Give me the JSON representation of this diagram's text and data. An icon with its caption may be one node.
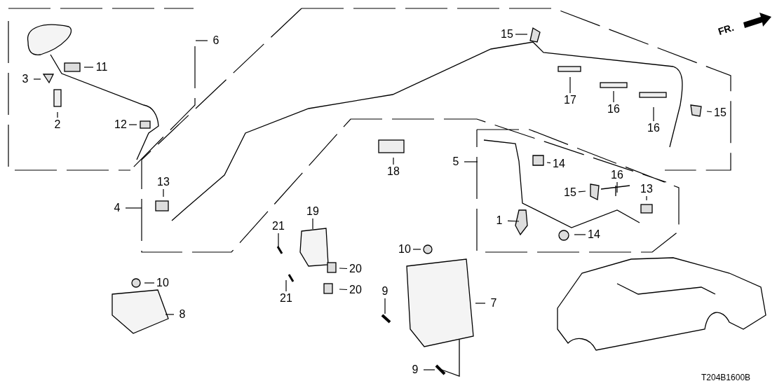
{
  "diagram": {
    "nodes": [
      {
        "text": [
          "6"
        ]
      },
      {
        "text": [
          "11"
        ]
      },
      {
        "text": [
          "3"
        ]
      },
      {
        "text": [
          "2"
        ]
      },
      {
        "text": [
          "12"
        ]
      },
      {
        "text": [
          "15"
        ]
      },
      {
        "text": [
          "17"
        ]
      },
      {
        "text": [
          "16"
        ]
      },
      {
        "text": [
          "15"
        ]
      },
      {
        "text": [
          "16"
        ]
      },
      {
        "text": [
          "18"
        ]
      },
      {
        "text": [
          "5"
        ]
      },
      {
        "text": [
          "14"
        ]
      },
      {
        "text": [
          "16"
        ]
      },
      {
        "text": [
          "15"
        ]
      },
      {
        "text": [
          "13"
        ]
      },
      {
        "text": [
          "1"
        ]
      },
      {
        "text": [
          "14"
        ]
      },
      {
        "text": [
          "13"
        ]
      },
      {
        "text": [
          "4"
        ]
      },
      {
        "text": [
          "19"
        ]
      },
      {
        "text": [
          "21"
        ]
      },
      {
        "text": [
          "10"
        ]
      },
      {
        "text": [
          "20"
        ]
      },
      {
        "text": [
          "10"
        ]
      },
      {
        "text": [
          "21"
        ]
      },
      {
        "text": [
          "20"
        ]
      },
      {
        "text": [
          "9"
        ]
      },
      {
        "text": [
          "7"
        ]
      },
      {
        "text": [
          "8"
        ]
      },
      {
        "text": [
          "9"
        ]
      }
    ],
    "edges": [
      {
        "from": 0,
        "to": null,
        "arrow": "none"
      },
      {
        "from": 1,
        "to": null,
        "arrow": "none"
      },
      {
        "from": 2,
        "to": null,
        "arrow": "none"
      },
      {
        "from": 3,
        "to": null,
        "arrow": "none"
      },
      {
        "from": 4,
        "to": null,
        "arrow": "none"
      },
      {
        "from": 5,
        "to": null,
        "arrow": "none"
      },
      {
        "from": 6,
        "to": null,
        "arrow": "none"
      },
      {
        "from": 7,
        "to": null,
        "arrow": "none"
      },
      {
        "from": 8,
        "to": null,
        "arrow": "none"
      },
      {
        "from": 9,
        "to": null,
        "arrow": "none"
      },
      {
        "from": 10,
        "to": null,
        "arrow": "none"
      },
      {
        "from": 11,
        "to": null,
        "arrow": "none"
      },
      {
        "from": 12,
        "to": null,
        "arrow": "none"
      },
      {
        "from": 13,
        "to": null,
        "arrow": "none"
      },
      {
        "from": 14,
        "to": null,
        "arrow": "none"
      },
      {
        "from": 15,
        "to": null,
        "arrow": "none"
      },
      {
        "from": 16,
        "to": null,
        "arrow": "none"
      },
      {
        "from": 17,
        "to": null,
        "arrow": "none"
      },
      {
        "from": 18,
        "to": null,
        "arrow": "none"
      },
      {
        "from": 19,
        "to": null,
        "arrow": "none"
      },
      {
        "from": 20,
        "to": null,
        "arrow": "none"
      },
      {
        "from": 21,
        "to": null,
        "arrow": "none"
      },
      {
        "from": 22,
        "to": null,
        "arrow": "none"
      },
      {
        "from": 23,
        "to": null,
        "arrow": "none"
      },
      {
        "from": 24,
        "to": null,
        "arrow": "none"
      },
      {
        "from": 25,
        "to": null,
        "arrow": "none"
      },
      {
        "from": 26,
        "to": null,
        "arrow": "none"
      },
      {
        "from": 27,
        "to": null,
        "arrow": "none"
      },
      {
        "from": 28,
        "to": null,
        "arrow": "none"
      },
      {
        "from": 29,
        "to": null,
        "arrow": "none"
      },
      {
        "from": 30,
        "to": null,
        "arrow": "none"
      }
    ],
    "labels": [
      "FR.",
      "T204B1600B"
    ]
  }
}
